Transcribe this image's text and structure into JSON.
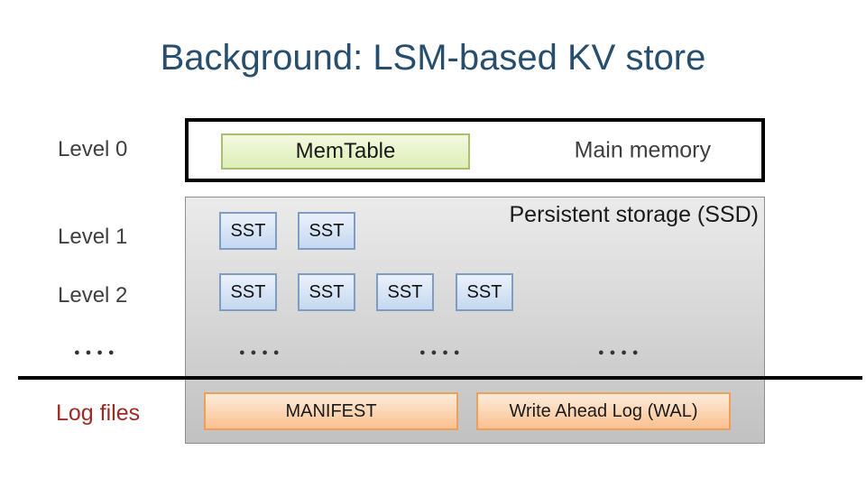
{
  "title": "Background: LSM-based KV store",
  "left_column": {
    "level0_label": "Level 0",
    "level1_label": "Level 1",
    "level2_label": "Level 2",
    "dots": "●●●●",
    "log_files_label": "Log files"
  },
  "main_memory": {
    "region_label": "Main memory",
    "memtable_label": "MemTable"
  },
  "persistent_storage": {
    "region_label": "Persistent storage (SSD)",
    "sst_label": "SST",
    "level1_sst_count": 2,
    "level2_sst_count": 4,
    "dots": "●●●●",
    "manifest_label": "MANIFEST",
    "wal_label": "Write Ahead Log (WAL)"
  },
  "colors": {
    "title_text": "#274E6D",
    "level_label_text": "#3F3F3F",
    "log_files_text": "#9D2A25",
    "memory_box_border": "#000000",
    "memtable_fill_top": "#F3F9E0",
    "memtable_fill_bottom": "#DEEEB7",
    "memtable_border": "#A9BF6E",
    "storage_fill_top": "#EBEBEB",
    "storage_fill_bottom": "#C1C1C1",
    "storage_border": "#8F8F8F",
    "sst_fill_top": "#EAF1FB",
    "sst_fill_bottom": "#C5D8F0",
    "sst_border": "#7F9DC2",
    "log_box_fill_top": "#FDEBDB",
    "log_box_fill_bottom": "#FAC18F",
    "log_box_border": "#EDA05B",
    "separator_line": "#000000"
  }
}
